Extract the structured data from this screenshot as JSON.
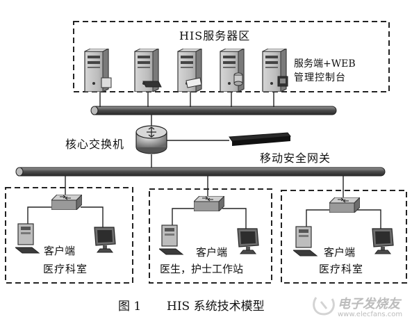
{
  "server_zone": {
    "title": "HIS服务器区",
    "server_note_line1": "服务端+WEB",
    "server_note_line2": "管理控制台"
  },
  "core_switch": {
    "label": "核心交换机",
    "icon": "router-switch-icon"
  },
  "gateway": {
    "label": "移动安全网关",
    "icon": "gateway-appliance-icon"
  },
  "client_zones": [
    {
      "title": "客户端",
      "subtitle": "医疗科室"
    },
    {
      "title": "客户端",
      "subtitle": "医生，护士工作站"
    },
    {
      "title": "客户端",
      "subtitle": "医疗科室"
    }
  ],
  "caption": {
    "figure": "图 1",
    "title": "HIS 系统技术模型"
  },
  "watermark": {
    "text": "电子发烧友",
    "site": "www.elecfans.com"
  }
}
